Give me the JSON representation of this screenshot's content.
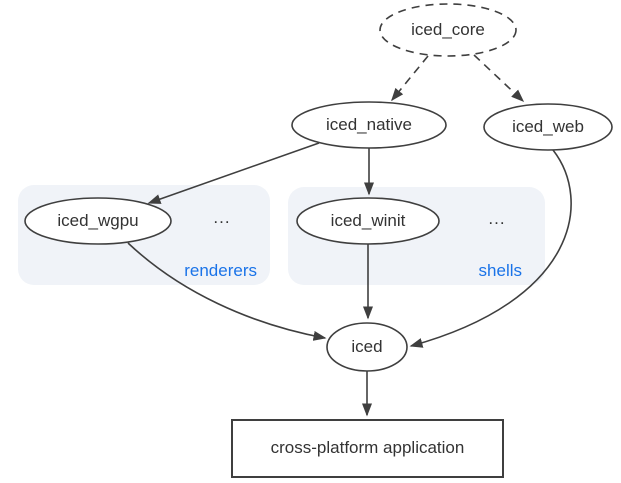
{
  "nodes": {
    "iced_core": {
      "label": "iced_core",
      "shape": "ellipse",
      "border": "dashed"
    },
    "iced_native": {
      "label": "iced_native",
      "shape": "ellipse",
      "border": "solid"
    },
    "iced_web": {
      "label": "iced_web",
      "shape": "ellipse",
      "border": "solid"
    },
    "iced_wgpu": {
      "label": "iced_wgpu",
      "shape": "ellipse",
      "border": "solid",
      "group": "renderers"
    },
    "iced_winit": {
      "label": "iced_winit",
      "shape": "ellipse",
      "border": "solid",
      "group": "shells"
    },
    "iced": {
      "label": "iced",
      "shape": "ellipse",
      "border": "solid"
    },
    "app": {
      "label": "cross-platform application",
      "shape": "rect",
      "border": "solid"
    }
  },
  "groups": {
    "renderers": {
      "label": "renderers",
      "ellipsis": "..."
    },
    "shells": {
      "label": "shells",
      "ellipsis": "..."
    }
  },
  "edges": [
    {
      "from": "iced_core",
      "to": "iced_native",
      "style": "dashed"
    },
    {
      "from": "iced_core",
      "to": "iced_web",
      "style": "dashed"
    },
    {
      "from": "iced_native",
      "to": "iced_wgpu",
      "style": "solid"
    },
    {
      "from": "iced_native",
      "to": "iced_winit",
      "style": "solid"
    },
    {
      "from": "iced_wgpu",
      "to": "iced",
      "style": "solid"
    },
    {
      "from": "iced_winit",
      "to": "iced",
      "style": "solid"
    },
    {
      "from": "iced_web",
      "to": "iced",
      "style": "solid"
    },
    {
      "from": "iced",
      "to": "app",
      "style": "solid"
    }
  ],
  "colors": {
    "stroke": "#3f3f3f",
    "text": "#333333",
    "node_fill": "#ffffff",
    "group_bg": "#f0f3f8",
    "group_label": "#1a73e8",
    "background": "#ffffff"
  }
}
